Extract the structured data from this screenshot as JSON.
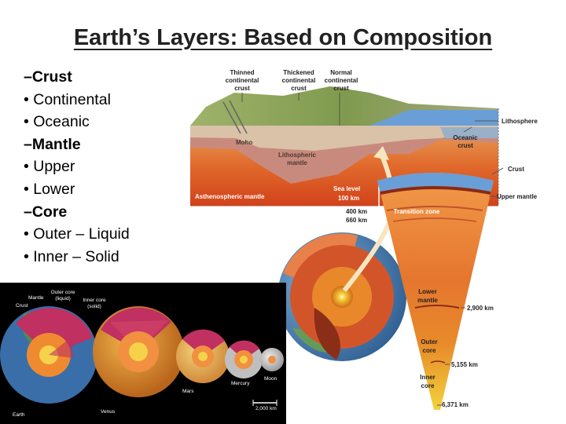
{
  "slide": {
    "title": "Earth’s Layers: Based on Composition",
    "bullets": [
      {
        "text": "–Crust",
        "level": 1
      },
      {
        "text": "• Continental",
        "level": 2
      },
      {
        "text": "• Oceanic",
        "level": 2
      },
      {
        "text": "–Mantle",
        "level": 1
      },
      {
        "text": "• Upper",
        "level": 2
      },
      {
        "text": "• Lower",
        "level": 2
      },
      {
        "text": "–Core",
        "level": 1
      },
      {
        "text": "• Outer – Liquid",
        "level": 2
      },
      {
        "text": "• Inner – Solid",
        "level": 2
      }
    ]
  },
  "cross_section": {
    "thinned": "Thinned",
    "continental": "continental",
    "crust": "crust",
    "thickened": "Thickened",
    "normal": "Normal",
    "lithosphere": "Lithosphere",
    "moho": "Moho",
    "oceanic": "Oceanic",
    "lithospheric": "Lithospheric",
    "mantle": "mantle",
    "asthenospheric_mantle": "Asthenospheric mantle",
    "sea_level": "Sea level",
    "km100": "100 km"
  },
  "earth_diagram": {
    "crust": "Crust",
    "upper_mantle": "Upper mantle",
    "transition_zone": "Transition zone",
    "km400": "400 km",
    "km660": "660 km",
    "lower": "Lower",
    "mantle": "mantle",
    "km2900": "2,900 km",
    "outer": "Outer",
    "core": "core",
    "km5155": "5,155 km",
    "inner": "Inner",
    "km6371": "6,371 km"
  },
  "planets": {
    "mantle": "Mantle",
    "outer_core": "Outer core",
    "liquid": "(liquid)",
    "inner_core": "Inner core",
    "solid": "(solid)",
    "crust": "Crust",
    "earth": "Earth",
    "venus": "Venus",
    "mars": "Mars",
    "mercury": "Mercury",
    "moon": "Moon",
    "scale": "2,000 km"
  }
}
